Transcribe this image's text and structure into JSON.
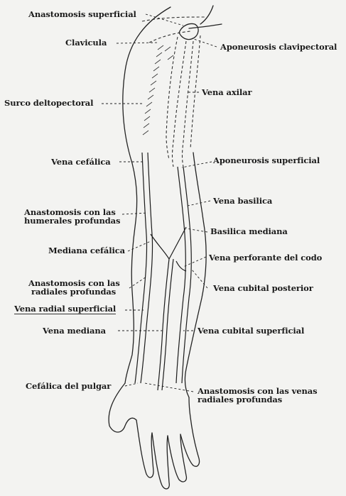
{
  "labels": {
    "anastomosis_superficial": "Anastomosis superficial",
    "clavicula": "Clavicula",
    "aponeurosis_clavipectoral": "Aponeurosis clavipectoral",
    "surco_deltopectoral": "Surco deltopectoral",
    "vena_axilar": "Vena axilar",
    "vena_cefalica": "Vena cefálica",
    "aponeurosis_superficial": "Aponeurosis superficial",
    "vena_basilica": "Vena basilica",
    "anast_humerales_1": "Anastomosis con las",
    "anast_humerales_2": "humerales profundas",
    "basilica_mediana": "Basilica mediana",
    "mediana_cefalica": "Mediana cefálica",
    "vena_perforante": "Vena perforante del codo",
    "anast_radiales_1": "Anastomosis con las",
    "anast_radiales_2": "radiales profundas",
    "vena_cubital_posterior": "Vena cubital posterior",
    "vena_radial_superficial": "Vena radial superficial",
    "vena_mediana": "Vena mediana",
    "vena_cubital_superficial": "Vena cubital superficial",
    "cefalica_pulgar": "Cefálica del pulgar",
    "anast_venas_1": "Anastomosis con las venas",
    "anast_venas_2": "radiales profundas"
  }
}
